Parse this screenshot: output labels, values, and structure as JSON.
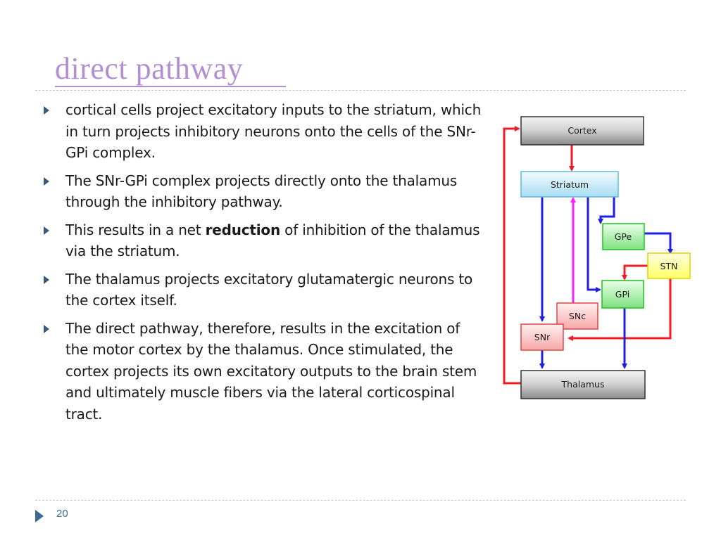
{
  "slide": {
    "title": "direct pathway",
    "page_number": "20"
  },
  "bullets": [
    {
      "text": " cortical cells project excitatory inputs to the striatum, which in turn projects inhibitory neurons onto the cells of the SNr-GPi complex."
    },
    {
      "text": " The SNr-GPi complex projects directly onto the thalamus through the inhibitory  pathway."
    },
    {
      "before": "This results in a net ",
      "bold": "reduction",
      "after": " of inhibition of the thalamus via the striatum."
    },
    {
      "text": " The thalamus projects excitatory glutamatergic neurons to the cortex itself."
    },
    {
      "text": "The direct pathway, therefore, results in the excitation of the motor cortex by the thalamus. Once stimulated, the cortex projects its own excitatory outputs to the brain stem and ultimately muscle fibers via the lateral corticospinal tract."
    }
  ],
  "diagram": {
    "nodes": {
      "cortex": "Cortex",
      "striatum": "Striatum",
      "gpe": "GPe",
      "stn": "STN",
      "gpi": "GPi",
      "snc": "SNc",
      "snr": "SNr",
      "thalamus": "Thalamus"
    },
    "colors": {
      "excitatory": "#ee1c25",
      "inhibitory": "#1f1fe0",
      "dopaminergic": "#ff1cff",
      "cortex_box": "#8a8a8a",
      "striatum_box": "#bde7f7",
      "gpe_gpi_box": "#7fe07f",
      "stn_box": "#ffff66",
      "snc_snr_box": "#f7a8a8",
      "thalamus_box": "#8a8a8a"
    }
  }
}
